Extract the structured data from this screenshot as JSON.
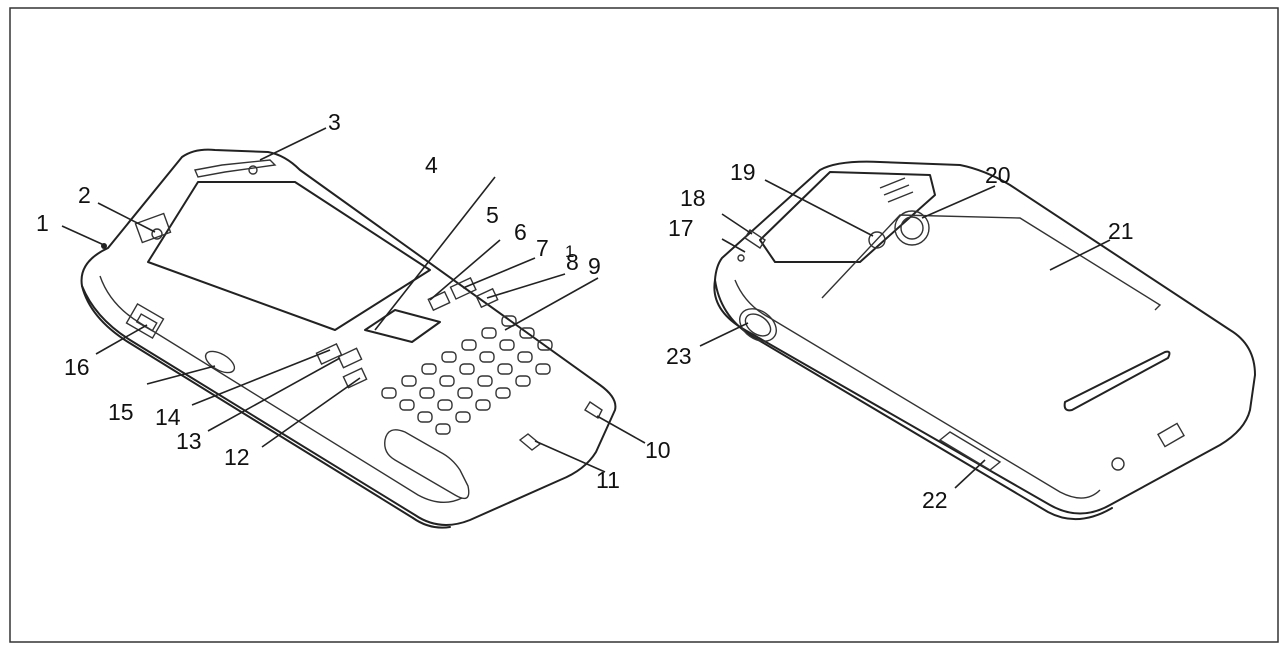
{
  "figure": {
    "callouts": [
      {
        "id": "c1",
        "text": "1"
      },
      {
        "id": "c2",
        "text": "2"
      },
      {
        "id": "c3",
        "text": "3"
      },
      {
        "id": "c4",
        "text": "4"
      },
      {
        "id": "c5",
        "text": "5"
      },
      {
        "id": "c6",
        "text": "6"
      },
      {
        "id": "c7",
        "text": "7"
      },
      {
        "id": "c8",
        "text": "8"
      },
      {
        "id": "c8b",
        "text": "1"
      },
      {
        "id": "c9",
        "text": "9"
      },
      {
        "id": "c10",
        "text": "10"
      },
      {
        "id": "c11",
        "text": "11"
      },
      {
        "id": "c12",
        "text": "12"
      },
      {
        "id": "c13",
        "text": "13"
      },
      {
        "id": "c14",
        "text": "14"
      },
      {
        "id": "c15",
        "text": "15"
      },
      {
        "id": "c16",
        "text": "16"
      },
      {
        "id": "c17",
        "text": "17"
      },
      {
        "id": "c18",
        "text": "18"
      },
      {
        "id": "c19",
        "text": "19"
      },
      {
        "id": "c20",
        "text": "20"
      },
      {
        "id": "c21",
        "text": "21"
      },
      {
        "id": "c22",
        "text": "22"
      },
      {
        "id": "c23",
        "text": "23"
      }
    ]
  }
}
